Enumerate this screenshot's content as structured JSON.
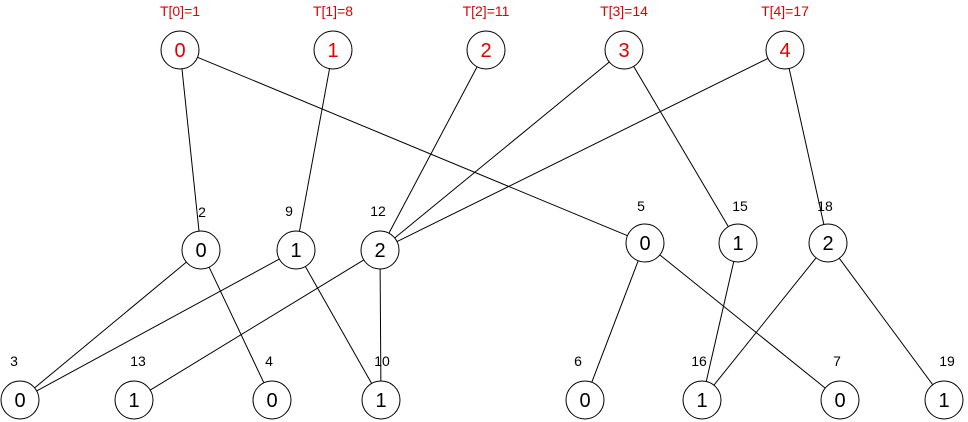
{
  "colors": {
    "highlight": "#e00000",
    "line": "#000000",
    "text": "#000000"
  },
  "top_labels": [
    "T[0]=1",
    "T[1]=8",
    "T[2]=11",
    "T[3]=14",
    "T[4]=17"
  ],
  "nodes": [
    {
      "key": "r0",
      "label": "0",
      "id": "",
      "red": true
    },
    {
      "key": "r1",
      "label": "1",
      "id": "",
      "red": true
    },
    {
      "key": "r2",
      "label": "2",
      "id": "",
      "red": true
    },
    {
      "key": "r3",
      "label": "3",
      "id": "",
      "red": true
    },
    {
      "key": "r4",
      "label": "4",
      "id": "",
      "red": true
    },
    {
      "key": "m2",
      "label": "0",
      "id": "2",
      "red": false
    },
    {
      "key": "m9",
      "label": "1",
      "id": "9",
      "red": false
    },
    {
      "key": "m12",
      "label": "2",
      "id": "12",
      "red": false
    },
    {
      "key": "m5",
      "label": "0",
      "id": "5",
      "red": false
    },
    {
      "key": "m15",
      "label": "1",
      "id": "15",
      "red": false
    },
    {
      "key": "m18",
      "label": "2",
      "id": "18",
      "red": false
    },
    {
      "key": "b3",
      "label": "0",
      "id": "3",
      "red": false
    },
    {
      "key": "b13",
      "label": "1",
      "id": "13",
      "red": false
    },
    {
      "key": "b4",
      "label": "0",
      "id": "4",
      "red": false
    },
    {
      "key": "b10",
      "label": "1",
      "id": "10",
      "red": false
    },
    {
      "key": "b6",
      "label": "0",
      "id": "6",
      "red": false
    },
    {
      "key": "b16",
      "label": "1",
      "id": "16",
      "red": false
    },
    {
      "key": "b7",
      "label": "0",
      "id": "7",
      "red": false
    },
    {
      "key": "b19",
      "label": "1",
      "id": "19",
      "red": false
    }
  ],
  "edges": [
    [
      "r0",
      "m2"
    ],
    [
      "r0",
      "m5"
    ],
    [
      "r1",
      "m9"
    ],
    [
      "r2",
      "m12"
    ],
    [
      "r3",
      "m12"
    ],
    [
      "r3",
      "m15"
    ],
    [
      "r4",
      "m12"
    ],
    [
      "r4",
      "m18"
    ],
    [
      "m2",
      "b3"
    ],
    [
      "m2",
      "b4"
    ],
    [
      "m9",
      "b3"
    ],
    [
      "m9",
      "b10"
    ],
    [
      "m12",
      "b13"
    ],
    [
      "m12",
      "b10"
    ],
    [
      "m5",
      "b6"
    ],
    [
      "m5",
      "b7"
    ],
    [
      "m15",
      "b16"
    ],
    [
      "m18",
      "b16"
    ],
    [
      "m18",
      "b19"
    ]
  ]
}
